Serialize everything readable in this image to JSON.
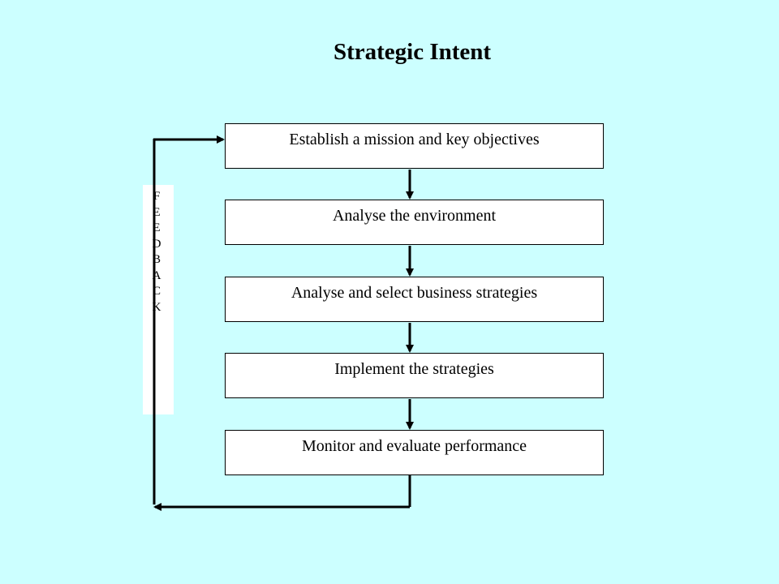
{
  "title": "Strategic Intent",
  "steps": [
    "Establish a mission and key objectives",
    "Analyse the environment",
    "Analyse and select business strategies",
    "Implement the strategies",
    "Monitor and evaluate performance"
  ],
  "feedback_letters": [
    "F",
    "E",
    "E",
    "D",
    "B",
    "A",
    "C",
    "K"
  ],
  "colors": {
    "background": "#ccffff",
    "box_fill": "#ffffff",
    "line": "#000000"
  }
}
